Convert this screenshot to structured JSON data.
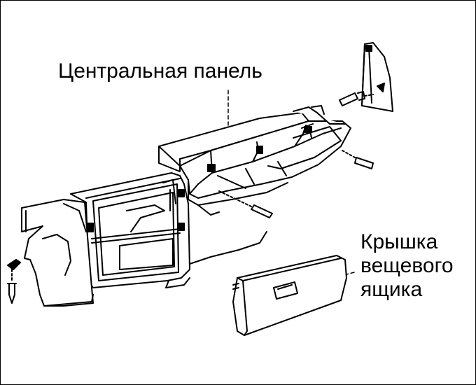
{
  "labels": {
    "center_panel": "Центральная панель",
    "glovebox_lid": [
      "Крышка",
      "вещевого",
      "ящика"
    ]
  },
  "colors": {
    "ink": "#000000",
    "paper": "#ffffff"
  }
}
